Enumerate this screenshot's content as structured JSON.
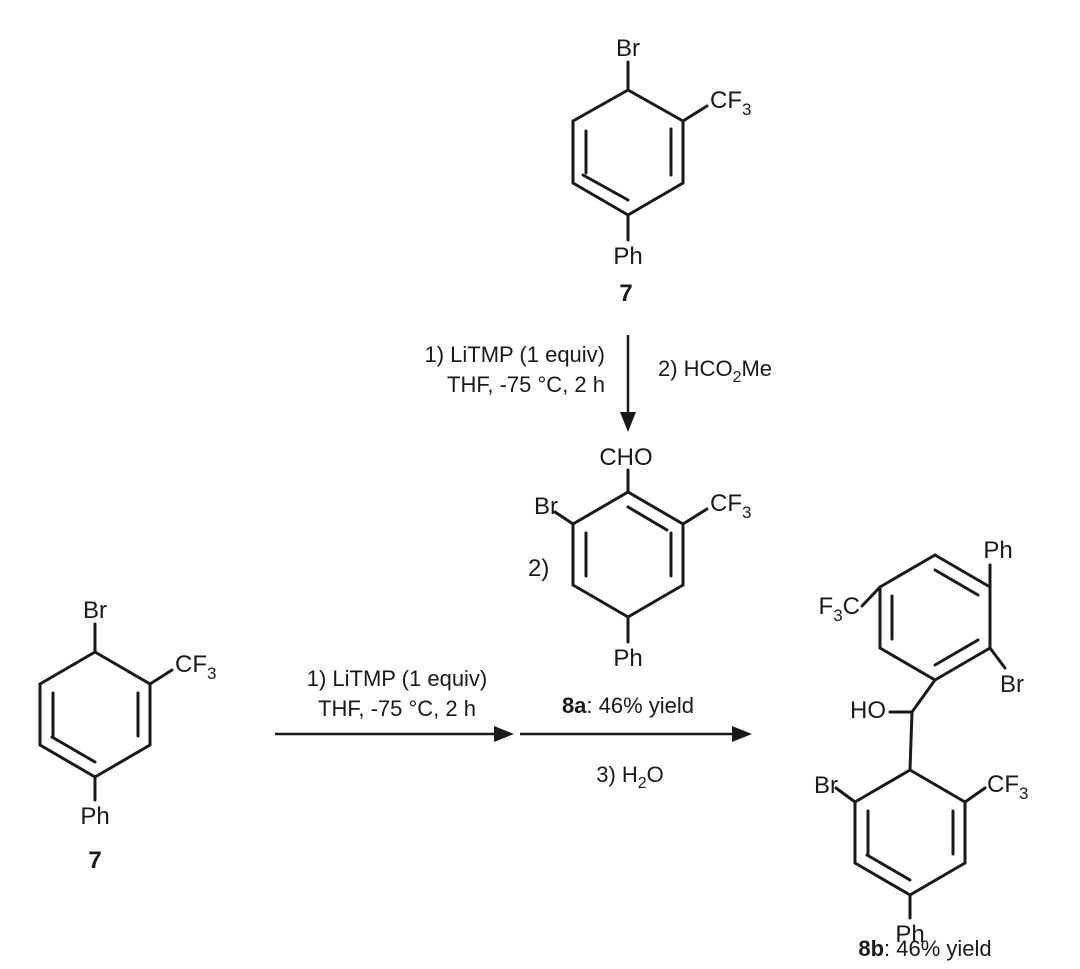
{
  "compound_7": {
    "label": "7",
    "sub_br": "Br",
    "sub_cf": "CF",
    "sub_cf_sub": "3",
    "sub_ph": "Ph"
  },
  "arrow_down": {
    "cond1_line1": "1) LiTMP (1 equiv)",
    "cond1_line2": "THF, -75 °C, 2 h",
    "cond2_pre": "2) HCO",
    "cond2_sub": "2",
    "cond2_post": "Me"
  },
  "compound_8a": {
    "label": "8a",
    "yield_text": ": 46% yield",
    "sub_cho": "CHO",
    "sub_br": "Br",
    "sub_cf": "CF",
    "sub_cf_sub": "3",
    "sub_ph": "Ph",
    "step_marker": "2)"
  },
  "arrow_main": {
    "cond1_line1": "1) LiTMP (1 equiv)",
    "cond1_line2": "THF, -75 °C, 2 h",
    "cond3_pre": "3) H",
    "cond3_sub": "2",
    "cond3_post": "O"
  },
  "compound_8b": {
    "label": "8b",
    "yield_text": ": 46% yield",
    "sub_ph_top": "Ph",
    "sub_f3c_pre": "F",
    "sub_f3c_sub": "3",
    "sub_f3c_post": "C",
    "sub_br_top": "Br",
    "sub_ho": "HO",
    "sub_br_bottom": "Br",
    "sub_cf_bottom": "CF",
    "sub_cf_bottom_sub": "3",
    "sub_ph_bottom": "Ph"
  }
}
